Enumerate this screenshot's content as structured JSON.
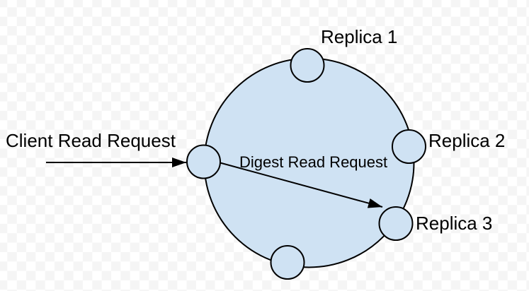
{
  "colors": {
    "node_fill": "#cfe2f3",
    "stroke": "#000000",
    "text": "#000000",
    "checker_light": "#ffffff",
    "checker_dark": "#f5f5f5"
  },
  "diagram": {
    "node_labels": {
      "replica1": "Replica 1",
      "replica2": "Replica 2",
      "replica3": "Replica 3"
    },
    "edge_labels": {
      "client_request": "Client Read Request",
      "digest_request": "Digest Read Request"
    }
  }
}
